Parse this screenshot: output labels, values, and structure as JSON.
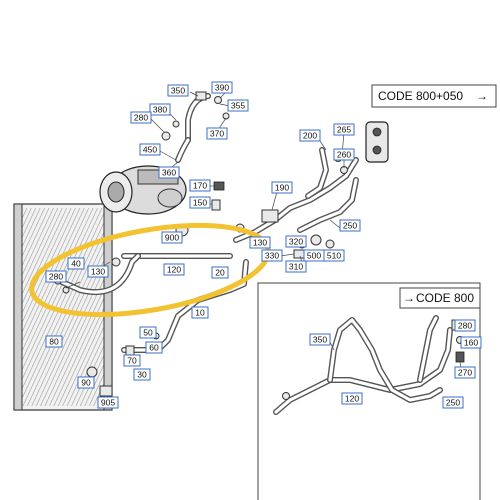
{
  "code_labels": {
    "main": "CODE 800+050",
    "inset": "CODE 800"
  },
  "callouts": {
    "n350a": "350",
    "n390": "390",
    "n355": "355",
    "n380": "380",
    "n280a": "280",
    "n370": "370",
    "n450": "450",
    "n360": "360",
    "n170": "170",
    "n150": "150",
    "n200": "200",
    "n265": "265",
    "n260": "260",
    "n190": "190",
    "n250a": "250",
    "n900": "900",
    "n130a": "130",
    "n320": "320",
    "n330": "330",
    "n500": "500",
    "n510": "510",
    "n310": "310",
    "n120a": "120",
    "n20": "20",
    "n40": "40",
    "n280b": "280",
    "n130b": "130",
    "n80": "80",
    "n50": "50",
    "n60": "60",
    "n10": "10",
    "n70": "70",
    "n30": "30",
    "n90": "90",
    "n905": "905",
    "n350b": "350",
    "n280c": "280",
    "n160": "160",
    "n270": "270",
    "n120b": "120",
    "n250b": "250"
  },
  "colors": {
    "callout_border": "#3a6fc9",
    "highlight": "#f2c230",
    "line": "#333333"
  }
}
